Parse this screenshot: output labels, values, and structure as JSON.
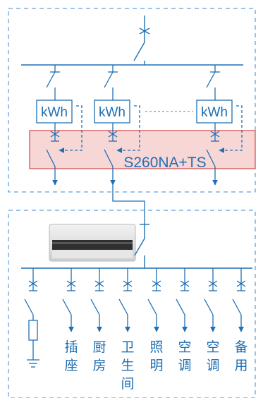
{
  "meter_label": "kWh",
  "breaker_model": "S260NA+TS",
  "circuits": [
    {
      "chars": [
        "插",
        "座"
      ]
    },
    {
      "chars": [
        "厨",
        "房"
      ]
    },
    {
      "chars": [
        "卫",
        "生",
        "间"
      ]
    },
    {
      "chars": [
        "照",
        "明"
      ]
    },
    {
      "chars": [
        "空",
        "调"
      ]
    },
    {
      "chars": [
        "空",
        "调"
      ]
    },
    {
      "chars": [
        "备",
        "用"
      ]
    }
  ],
  "colors": {
    "line": "#1f6fb3",
    "dash": "#3a8ad0",
    "rcd_fill": "#f7d6d6",
    "rcd_border": "#d04848"
  }
}
